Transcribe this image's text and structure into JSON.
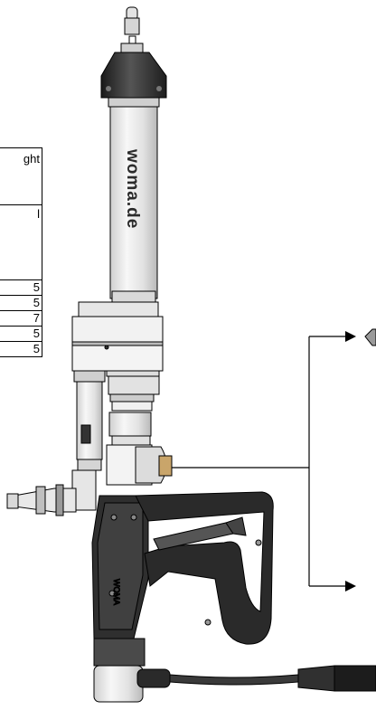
{
  "table": {
    "header_fragment": "ght",
    "second_header_fragment": "l",
    "rows": [
      "5",
      "5",
      "7",
      "5",
      "5"
    ]
  },
  "brand_text": "woma.de",
  "icons": {
    "gun": "high-pressure-gun-icon",
    "nozzle": "nozzle-icon",
    "hose": "hose-icon"
  },
  "colors": {
    "outline": "#000000",
    "body_light": "#e9e9e9",
    "body_dark": "#2a2a2a",
    "rubber": "#3a3a3a"
  }
}
